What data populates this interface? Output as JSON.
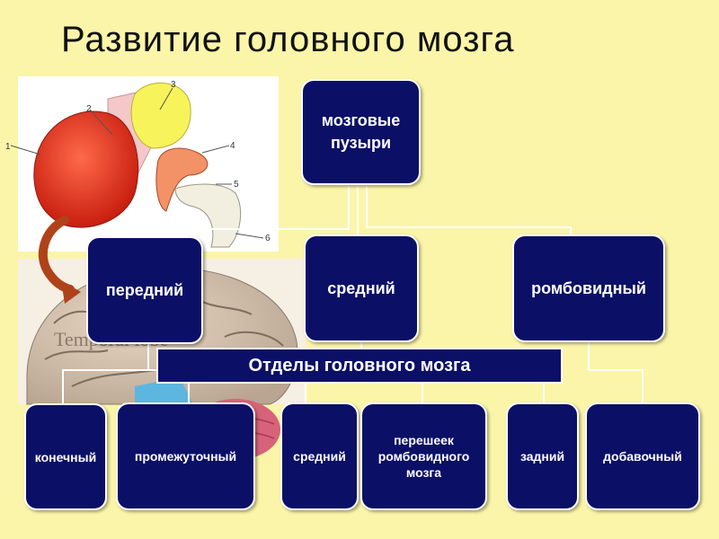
{
  "slide": {
    "title": "Развитие головного мозга"
  },
  "boxes": {
    "vesicles": "мозговые\nпузыри",
    "forebrain": "передний",
    "midbrain": "средний",
    "rhombencephalon": "ромбовидный",
    "telencephalon": "конечный",
    "diencephalon": "промежуточный",
    "mesencephalon": "средний",
    "isthmus": "перешеек\nромбовидного\nмозга",
    "metencephalon": "задний",
    "myelencephalon": "добавочный"
  },
  "banner": {
    "label": "Отделы головного мозга"
  },
  "illustration": {
    "callouts": [
      "1",
      "2",
      "3",
      "4",
      "5",
      "6"
    ],
    "brain_text": "Temporal lobe"
  },
  "colors": {
    "background": "#fbf5a9",
    "box_fill": "#0b1066",
    "box_text": "#ffffff",
    "arrow": "#b0421a"
  }
}
